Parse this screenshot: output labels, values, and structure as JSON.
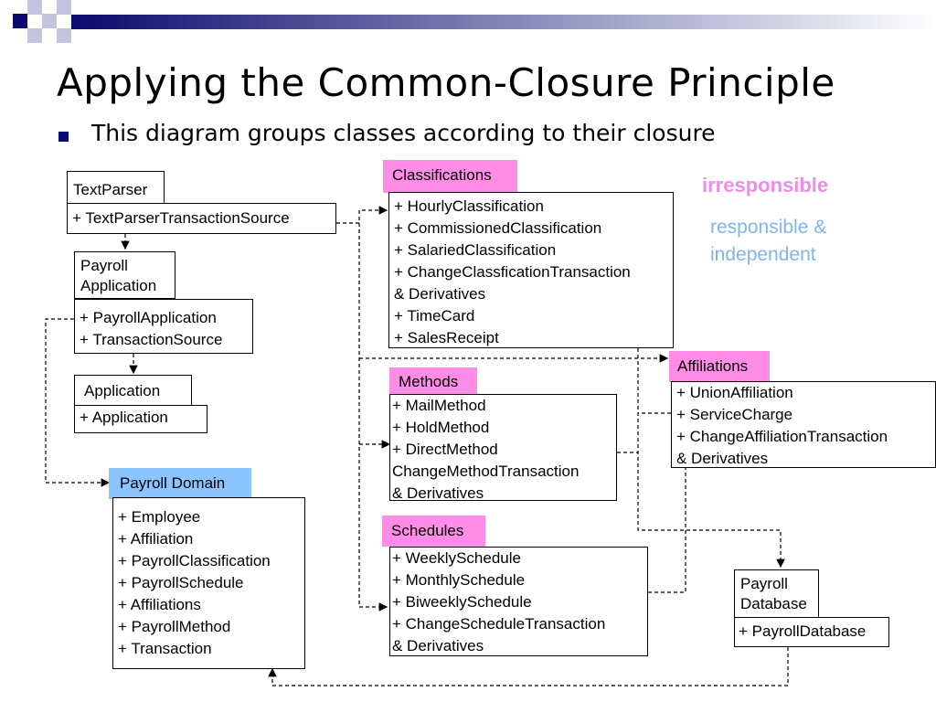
{
  "slide": {
    "title": "Applying the Common-Closure Principle",
    "bullet": "This diagram groups classes according to their closure"
  },
  "legend": {
    "irresponsible": "irresponsible",
    "responsible": "responsible & independent"
  },
  "colors": {
    "irresponsible": "#ff8ce6",
    "responsible": "#8cc4ff",
    "bullet": "#0a0a6e"
  },
  "packages": {
    "textparser": {
      "name": "TextParser",
      "items": [
        "+ TextParserTransactionSource"
      ]
    },
    "payroll_application": {
      "name": "Payroll Application",
      "name_lines": [
        "Payroll",
        "Application"
      ],
      "items": [
        "+ PayrollApplication",
        "+ TransactionSource"
      ]
    },
    "application": {
      "name": "Application",
      "items": [
        "+ Application"
      ]
    },
    "payroll_domain": {
      "name": "Payroll Domain",
      "items": [
        "+ Employee",
        "+ Affiliation",
        "+ PayrollClassification",
        "+ PayrollSchedule",
        "+ Affiliations",
        "+ PayrollMethod",
        "+ Transaction"
      ]
    },
    "classifications": {
      "name": "Classifications",
      "items": [
        "+ HourlyClassification",
        "+ CommissionedClassification",
        "+ SalariedClassification",
        "+ ChangeClassficationTransaction",
        "& Derivatives",
        "+ TimeCard",
        "+ SalesReceipt"
      ]
    },
    "methods": {
      "name": "Methods",
      "items": [
        "+ MailMethod",
        "+ HoldMethod",
        "+ DirectMethod",
        "ChangeMethodTransaction",
        "& Derivatives"
      ]
    },
    "schedules": {
      "name": "Schedules",
      "items": [
        "+ WeeklySchedule",
        "+ MonthlySchedule",
        "+ BiweeklySchedule",
        "+ ChangeScheduleTransaction",
        "& Derivatives"
      ]
    },
    "affiliations": {
      "name": "Affiliations",
      "items": [
        "+ UnionAffiliation",
        "+ ServiceCharge",
        "+ ChangeAffiliationTransaction",
        "& Derivatives"
      ]
    },
    "payroll_database": {
      "name": "Payroll Database",
      "name_lines": [
        "Payroll",
        "Database"
      ],
      "items": [
        "+ PayrollDatabase"
      ]
    }
  }
}
